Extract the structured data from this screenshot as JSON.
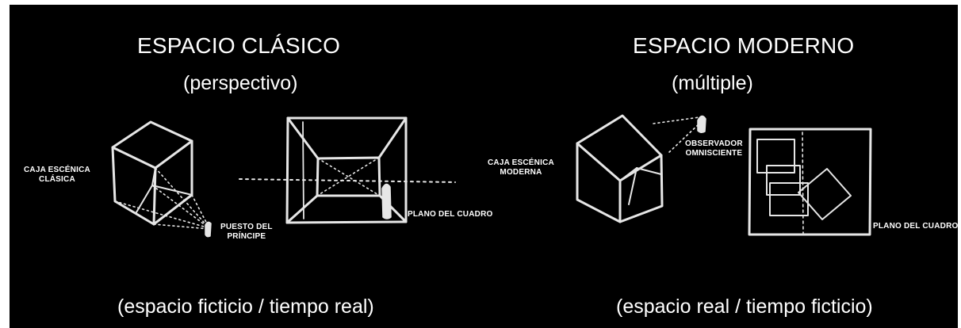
{
  "classic": {
    "title": "ESPACIO CLÁSICO",
    "subtitle": "(perspectivo)",
    "box_label_line1": "CAJA ESCÉNICA",
    "box_label_line2": "CLÁSICA",
    "viewer_label_line1": "PUESTO DEL",
    "viewer_label_line2": "PRÍNCIPE",
    "plane_label": "PLANO DEL CUADRO",
    "caption": "(espacio ficticio / tiempo real)"
  },
  "modern": {
    "title": "ESPACIO MODERNO",
    "subtitle": "(múltiple)",
    "box_label_line1": "CAJA ESCÉNICA",
    "box_label_line2": "MODERNA",
    "viewer_label_line1": "OBSERVADOR",
    "viewer_label_line2": "OMNISCIENTE",
    "plane_label": "PLANO DEL CUADRO",
    "caption": "(espacio real / tiempo ficticio)"
  },
  "colors": {
    "background": "#000000",
    "ink": "#e6e6e6"
  }
}
